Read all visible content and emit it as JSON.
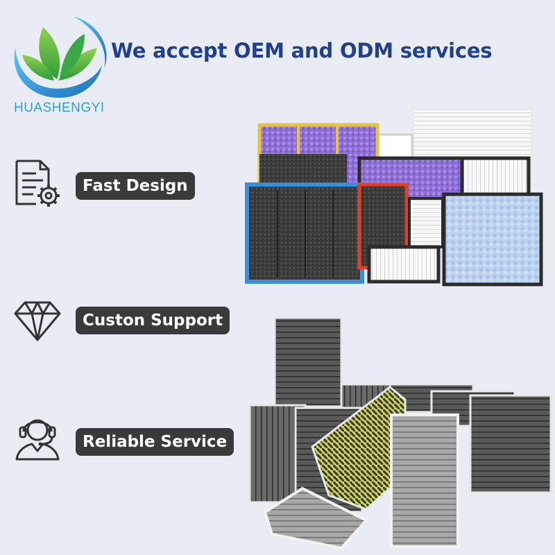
{
  "brand": {
    "name": "HUASHENGYI",
    "logo_icon": "green-leaves-blue-swoosh-logo",
    "name_color": "#2d9fd7"
  },
  "headline": {
    "text": "We accept OEM and ODM services",
    "color": "#1f3f8f"
  },
  "features": [
    {
      "label": "Fast Design",
      "icon": "document-gear-icon"
    },
    {
      "label": "Custon Support",
      "icon": "diamond-icon"
    },
    {
      "label": "Reliable Service",
      "icon": "headset-agent-icon"
    }
  ],
  "colors": {
    "background": "#e9edf3",
    "pill_background": "#3a3a3a",
    "pill_text": "#ffffff"
  },
  "product_images": [
    {
      "subject": "assorted-air-purifier-filters-icon"
    },
    {
      "subject": "car-cabin-air-filters-icon"
    }
  ]
}
